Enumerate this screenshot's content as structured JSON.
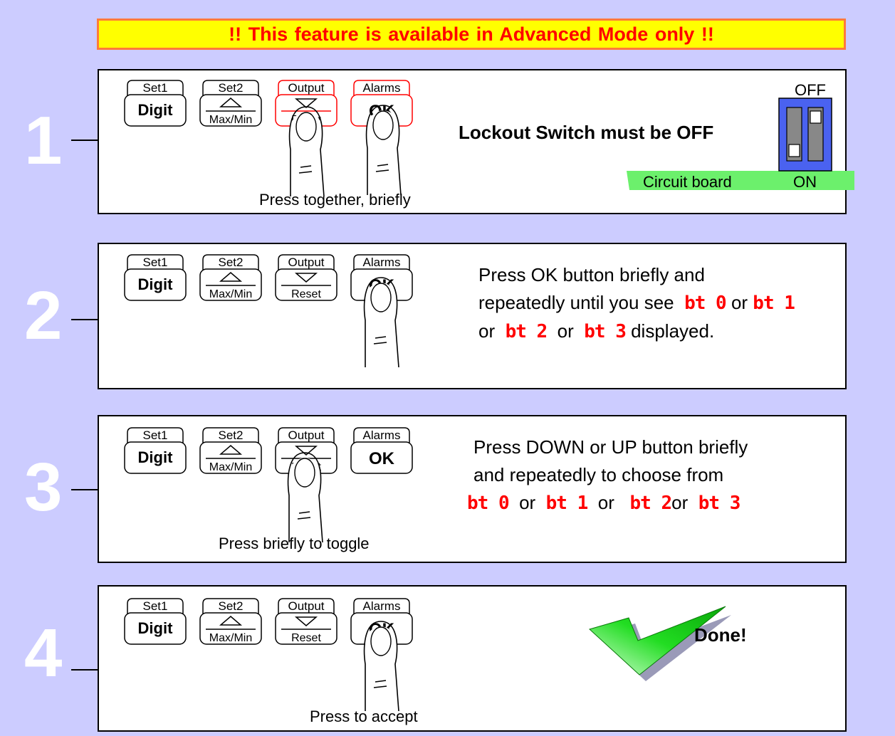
{
  "banner": "!!  This feature is available in Advanced Mode only  !!",
  "buttons": {
    "set1_top": "Set1",
    "set1_main": "Digit",
    "set2_top": "Set2",
    "set2_bottom": "Max/Min",
    "output_top": "Output",
    "output_bottom": "Reset",
    "alarms_top": "Alarms",
    "alarms_main": "OK"
  },
  "steps": [
    {
      "number": "1",
      "caption": "Press together, briefly",
      "lockout": "Lockout Switch must be OFF",
      "switch": {
        "off_label": "OFF",
        "on_label": "ON",
        "board_label": "Circuit board"
      }
    },
    {
      "number": "2",
      "line1": "Press OK button briefly and",
      "line2a": "repeatedly until you see",
      "or": "or",
      "line3b": "displayed."
    },
    {
      "number": "3",
      "line1": "Press DOWN or UP  button briefly",
      "line2": "and repeatedly to choose from",
      "or": "or",
      "caption": "Press briefly to toggle"
    },
    {
      "number": "4",
      "caption": "Press to accept",
      "done": "Done!"
    }
  ],
  "displays": {
    "bt0": "bt 0",
    "bt1": "bt 1",
    "bt2": "bt 2",
    "bt3": "bt 3"
  },
  "colors": {
    "background": "#ccccff",
    "banner_fill": "#ffff00",
    "banner_text": "#ff0000",
    "banner_border": "#ff7a3a",
    "highlight_button": "#ff0000",
    "switch_body": "#4a62f0",
    "circuit_board": "#6cf06c",
    "checkmark": "#22dd22"
  }
}
